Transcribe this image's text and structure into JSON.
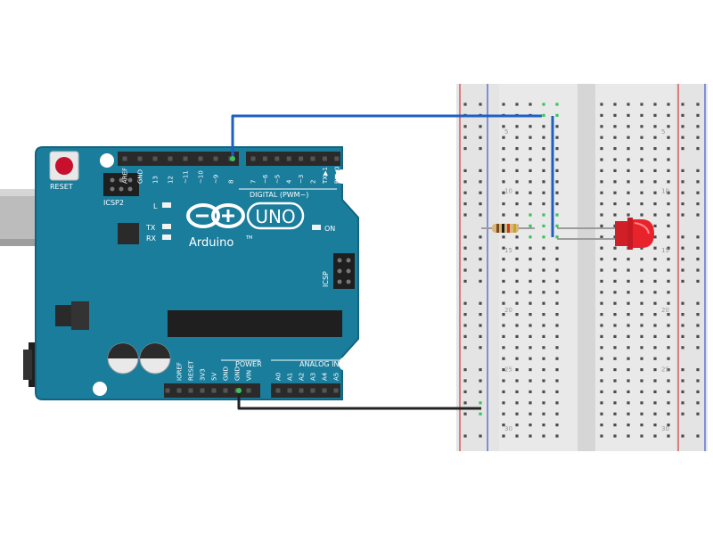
{
  "board": {
    "brand": "Arduino",
    "model": "UNO",
    "trademark": "TM",
    "reset": "RESET",
    "icsp2": "ICSP2",
    "icsp": "ICSP",
    "led_l": "L",
    "led_tx": "TX",
    "led_rx": "RX",
    "led_on": "ON",
    "digital_title": "DIGITAL (PWM~)",
    "power_title": "POWER",
    "analog_title": "ANALOG IN",
    "digital_pins": [
      "AREF",
      "GND",
      "13",
      "12",
      "~11",
      "~10",
      "~9",
      "8",
      "7",
      "~6",
      "~5",
      "4",
      "~3",
      "2",
      "TX▶1",
      "RX◀0"
    ],
    "power_pins": [
      "IOREF",
      "RESET",
      "3V3",
      "5V",
      "GND",
      "GND",
      "VIN"
    ],
    "analog_pins": [
      "A0",
      "A1",
      "A2",
      "A3",
      "A4",
      "A5"
    ]
  },
  "breadboard": {
    "row_numbers": [
      "5",
      "10",
      "15",
      "20",
      "25",
      "30"
    ]
  },
  "colors": {
    "board": "#1a7d9c",
    "board_dark": "#12647e",
    "header": "#2a2a2a",
    "wire_signal": "#1e5fc4",
    "wire_ground": "#222222",
    "led": "#e8232b",
    "breadboard": "#e9e9e9",
    "rail_red": "#d33c3c",
    "rail_blue": "#3d5ad1",
    "hole": "#4b4b4b",
    "hole_active": "#39c45a"
  },
  "icons": [
    "usb-connector",
    "dc-power-jack",
    "reset-button",
    "capacitor",
    "led",
    "resistor",
    "arduino-infinity-logo"
  ]
}
